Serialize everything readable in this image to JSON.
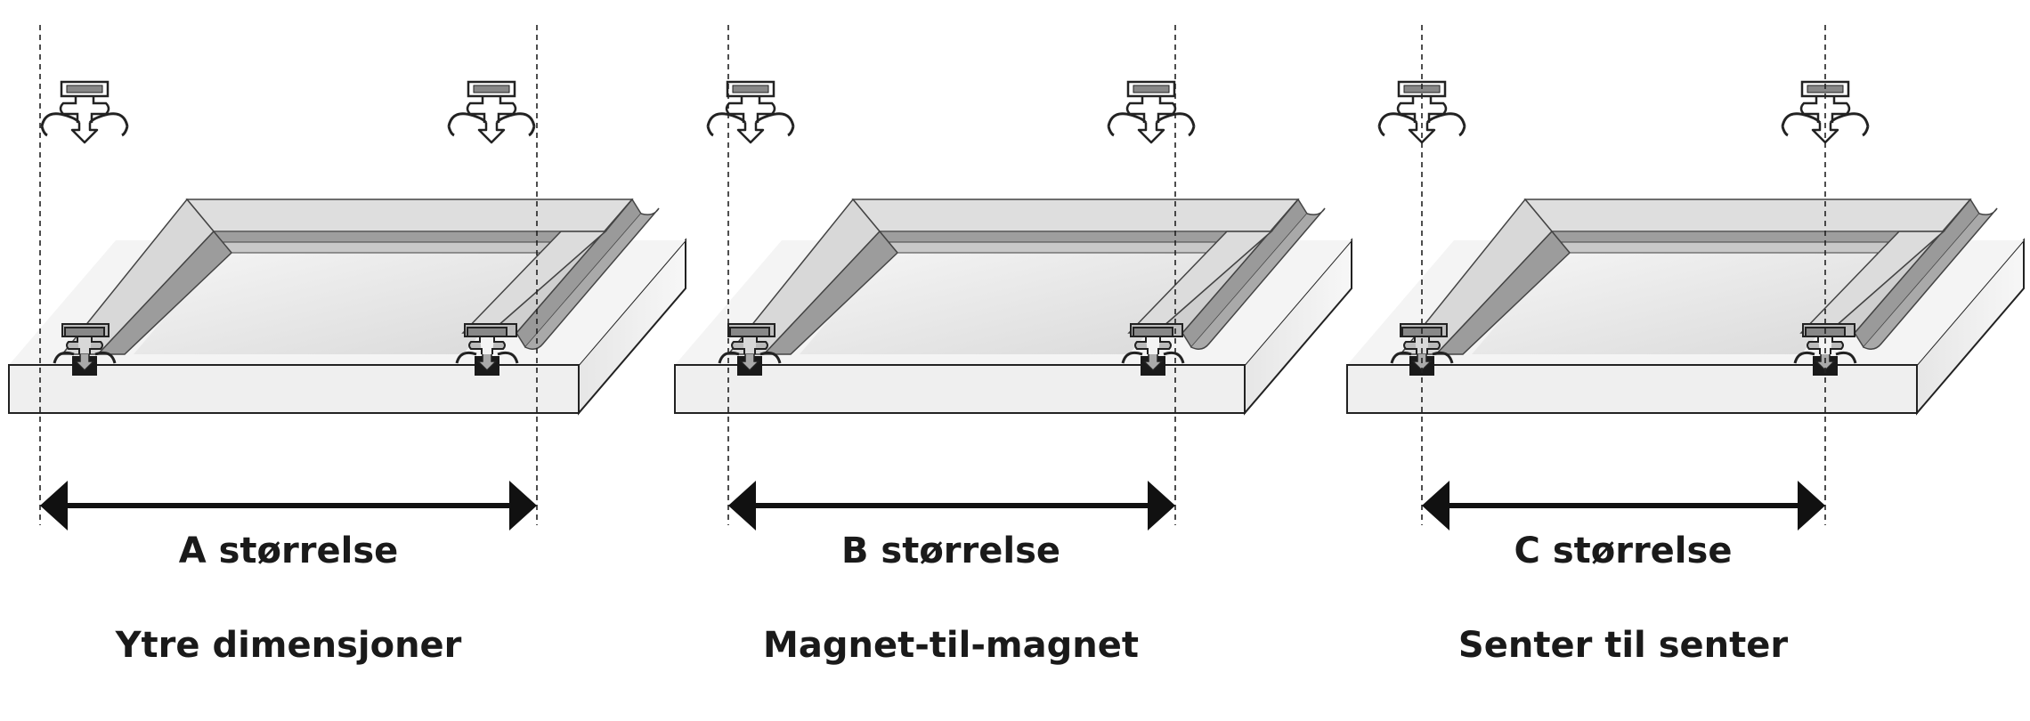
{
  "panels": [
    {
      "size_label": "A størrelse",
      "description": "Ytre dimensjoner"
    },
    {
      "size_label": "B størrelse",
      "description": "Magnet-til-magnet"
    },
    {
      "size_label": "C størrelse",
      "description": "Senter til senter"
    }
  ],
  "colors": {
    "outline": "#222222",
    "frame_light": "#dcdcdc",
    "frame_mid": "#bdbdbd",
    "frame_dark": "#8e8e8e",
    "board_face": "#efefef",
    "board_side": "#d8d8d8",
    "glass": "#e8e8e8",
    "arrow": "#111111"
  }
}
